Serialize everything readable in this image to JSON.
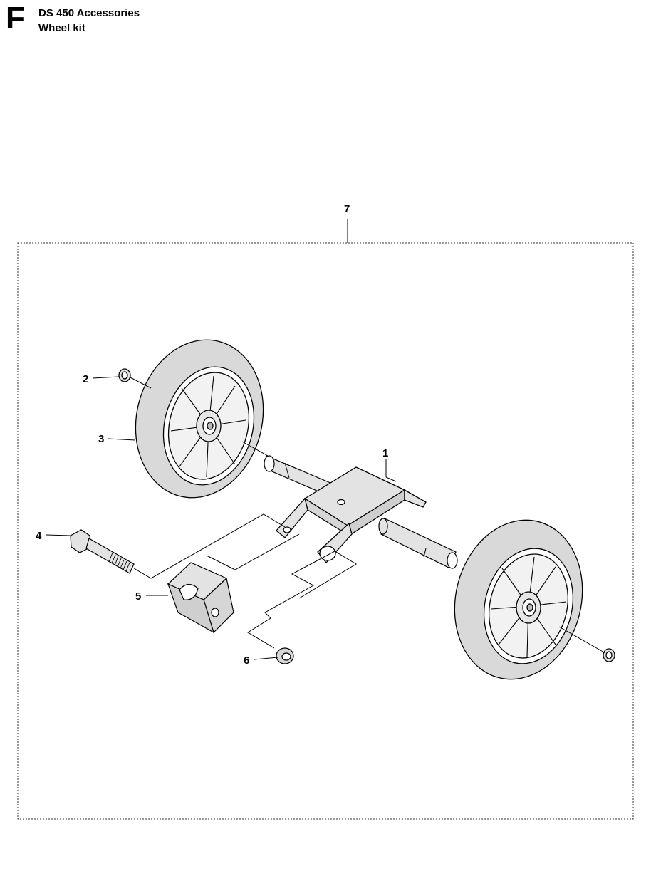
{
  "header": {
    "section_letter": "F",
    "title": "DS 450 Accessories",
    "subtitle": "Wheel kit"
  },
  "callouts": {
    "kit": "7",
    "frame": "1",
    "circlip_left": "2",
    "wheel": "3",
    "bolt": "4",
    "bracket": "5",
    "nut": "6"
  },
  "colors": {
    "line": "#000000",
    "tire": "#d9d9d9",
    "part": "#e3e3e3",
    "rim": "#ffffff"
  }
}
